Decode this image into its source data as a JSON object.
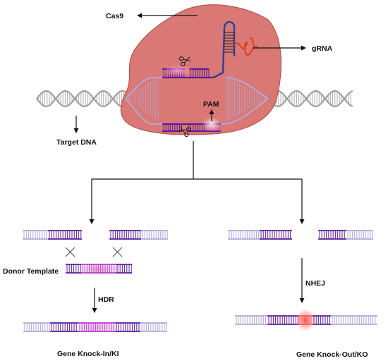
{
  "labels": {
    "cas9": "Cas9",
    "grna": "gRNA",
    "pam": "PAM",
    "target_dna": "Target DNA",
    "donor_template": "Donor Template",
    "hdr": "HDR",
    "nhej": "NHEJ",
    "knock_in": "Gene Knock-In/KI",
    "knock_out": "Gene Knock-Out/KO"
  },
  "colors": {
    "cas9_body": "#d8716d",
    "cas9_outline": "#b04a46",
    "dna_gray": "#9a9a9a",
    "dna_lavender": "#b2a8d8",
    "dna_purple": "#5b1f9a",
    "grna_red": "#e0411f",
    "grna_blue": "#2c3f94",
    "donor_magenta": "#b43ad0",
    "ko_highlight": "#f06a6a"
  }
}
